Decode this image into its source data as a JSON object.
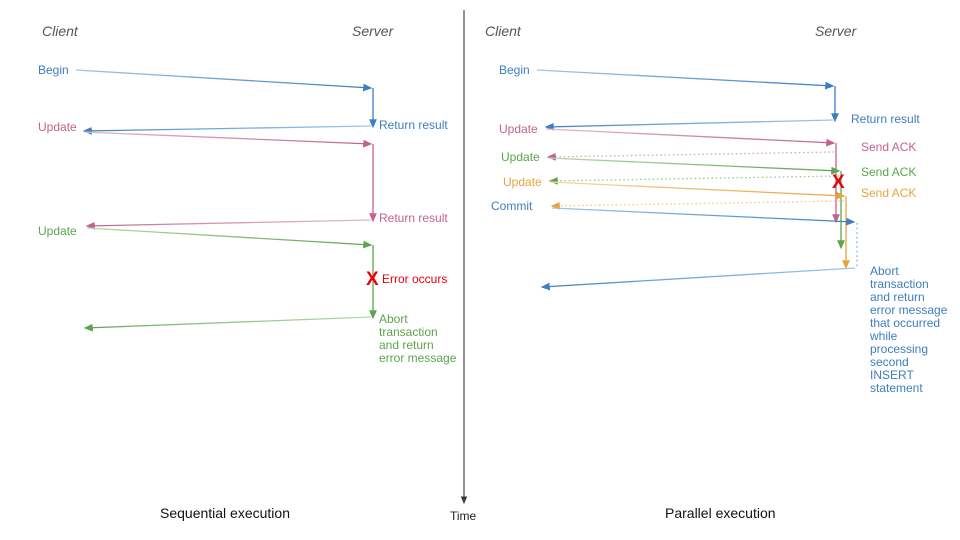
{
  "palette": {
    "blue": "#3d7ebf",
    "blue_light": "#7fb0dd",
    "pink": "#c2628f",
    "pink_light": "#dba6bf",
    "green": "#5ca44e",
    "green_light": "#9ccb8e",
    "orange": "#e8a33d",
    "orange_light": "#f3c893",
    "red": "#e8000d",
    "axis": "#3a3a3a",
    "text": "#111111",
    "actor": "#555555"
  },
  "time_axis": {
    "label": "Time"
  },
  "panels": [
    {
      "id": "sequential",
      "caption": "Sequential execution",
      "actors": {
        "client": "Client",
        "server": "Server"
      },
      "client_labels": [
        {
          "text": "Begin",
          "color": "blue"
        },
        {
          "text": "Update",
          "color": "pink"
        },
        {
          "text": "Update",
          "color": "green"
        }
      ],
      "server_labels": [
        {
          "text": "Return result",
          "color": "blue"
        },
        {
          "text": "Return result",
          "color": "pink"
        },
        {
          "text": "Error occurs",
          "color": "red"
        },
        {
          "text": "Abort\ntransaction\nand return\nerror message",
          "color": "green"
        }
      ],
      "error_marker": "X"
    },
    {
      "id": "parallel",
      "caption": "Parallel execution",
      "actors": {
        "client": "Client",
        "server": "Server"
      },
      "client_labels": [
        {
          "text": "Begin",
          "color": "blue"
        },
        {
          "text": "Update",
          "color": "pink"
        },
        {
          "text": "Update",
          "color": "green"
        },
        {
          "text": "Update",
          "color": "orange"
        },
        {
          "text": "Commit",
          "color": "blue"
        }
      ],
      "server_labels": [
        {
          "text": "Return result",
          "color": "blue"
        },
        {
          "text": "Send ACK",
          "color": "pink"
        },
        {
          "text": "Send ACK",
          "color": "green"
        },
        {
          "text": "Send ACK",
          "color": "orange"
        },
        {
          "text": "Abort\ntransaction\nand return\nerror message\nthat occurred\nwhile\nprocessing\nsecond\nINSERT\nstatement",
          "color": "blue"
        }
      ],
      "error_marker": "X"
    }
  ]
}
